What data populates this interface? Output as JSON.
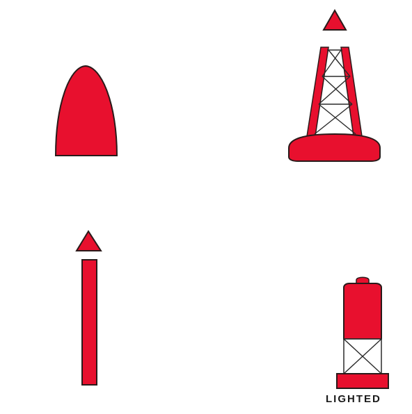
{
  "colors": {
    "buoy_fill": "#e8102e",
    "outline": "#2a1a1a",
    "background": "#ffffff",
    "lattice": "#2a2a2a"
  },
  "buoys": [
    {
      "id": "nun",
      "shape": "nun-buoy",
      "lighted": false
    },
    {
      "id": "lattice-tower",
      "shape": "lattice-tower-buoy",
      "lighted": false
    },
    {
      "id": "spar",
      "shape": "spar-buoy",
      "lighted": false
    },
    {
      "id": "lighted-bell",
      "shape": "lighted-buoy",
      "lighted": true
    }
  ],
  "labels": {
    "lighted": "LIGHTED"
  }
}
